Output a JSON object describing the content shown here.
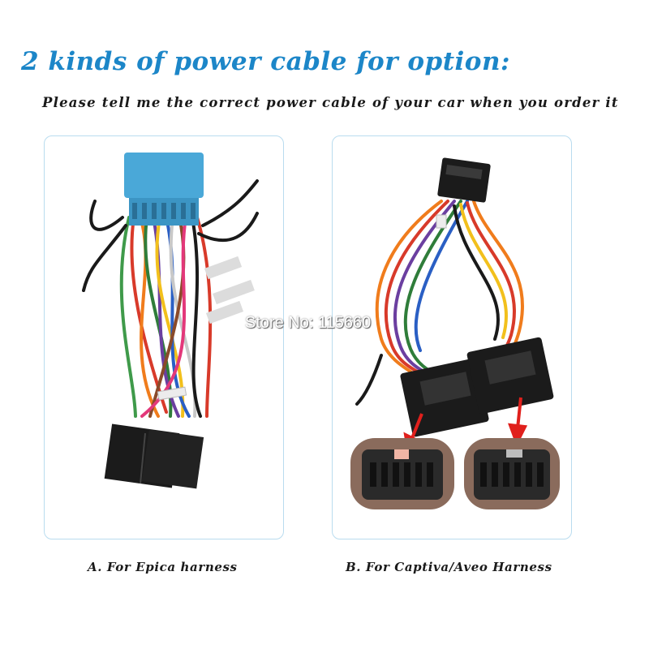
{
  "heading": {
    "title": "2 kinds of power cable for option:",
    "subtitle": "Please tell me the correct power cable of your car when you order it"
  },
  "watermark": "Store No: 115660",
  "options": [
    {
      "caption": "A. For Epica harness"
    },
    {
      "caption": "B. For Captiva/Aveo Harness"
    }
  ],
  "colors": {
    "title": "#1c86c8",
    "panel_border": "#b9dcef",
    "connector_blue": "#4aa8d8",
    "connector_black": "#1b1b1b",
    "arrow_red": "#e0201c"
  }
}
